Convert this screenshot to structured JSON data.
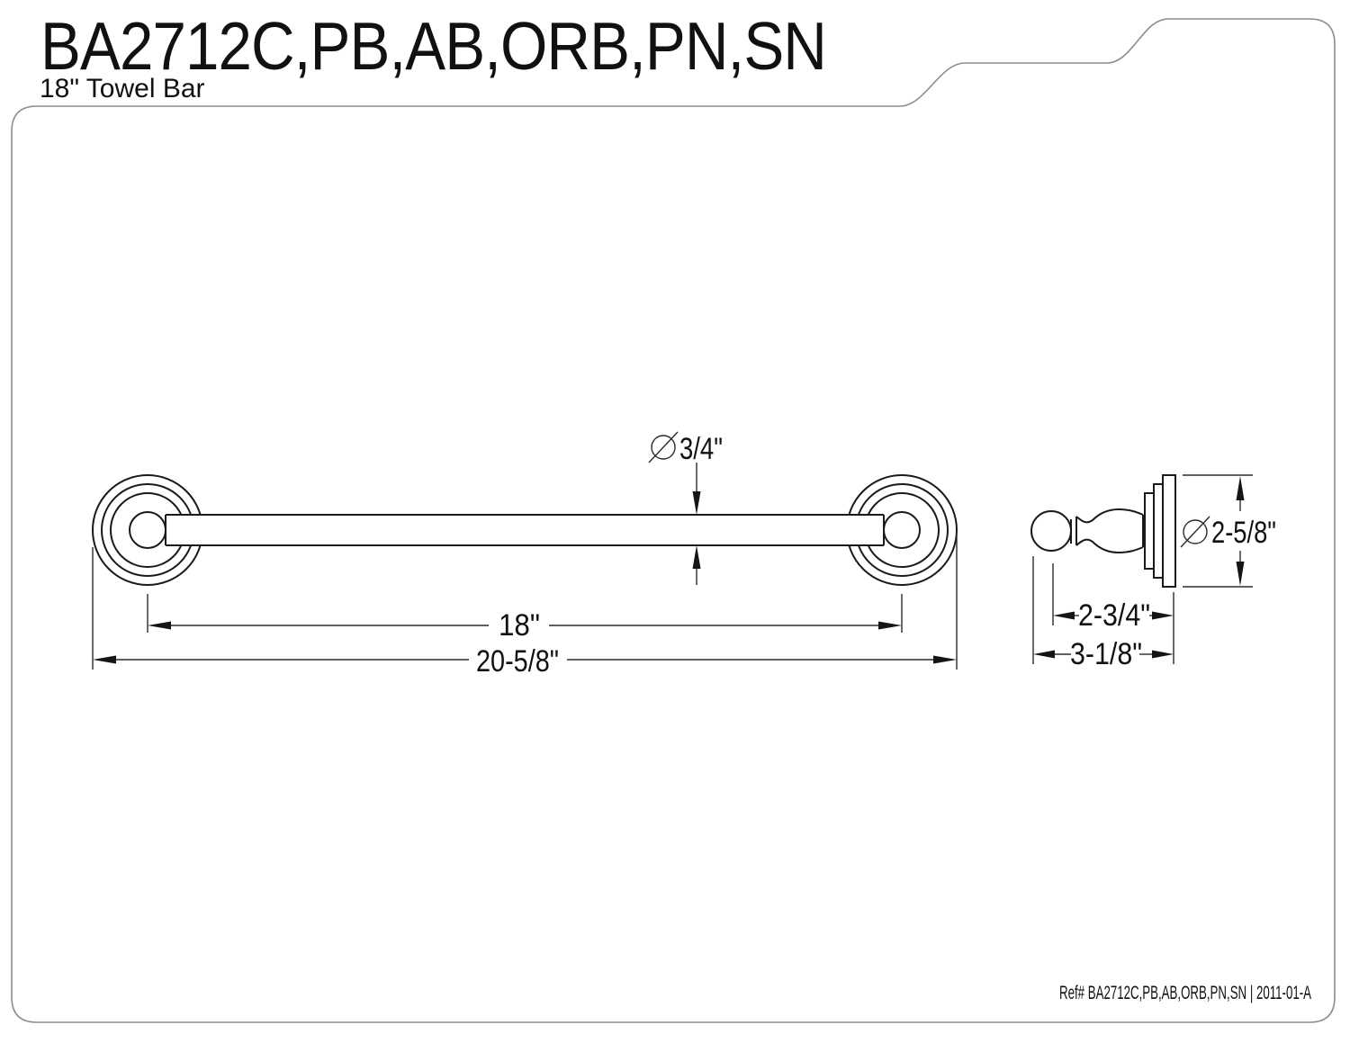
{
  "header": {
    "part_numbers": "BA2712C,PB,AB,ORB,PN,SN",
    "product_name": "18\" Towel Bar"
  },
  "front_view": {
    "bar_diameter": "3/4\"",
    "bar_length": "18\"",
    "overall_length": "20-5/8\""
  },
  "side_view": {
    "flange_diameter": "2-5/8\"",
    "projection_to_ball_center": "2-3/4\"",
    "overall_projection": "3-1/8\""
  },
  "footer": {
    "reference": "Ref# BA2712C,PB,AB,ORB,PN,SN | 2011-01-A"
  },
  "colors": {
    "line": "#1a1a1a",
    "border": "#8c8c8c",
    "background": "#ffffff"
  }
}
